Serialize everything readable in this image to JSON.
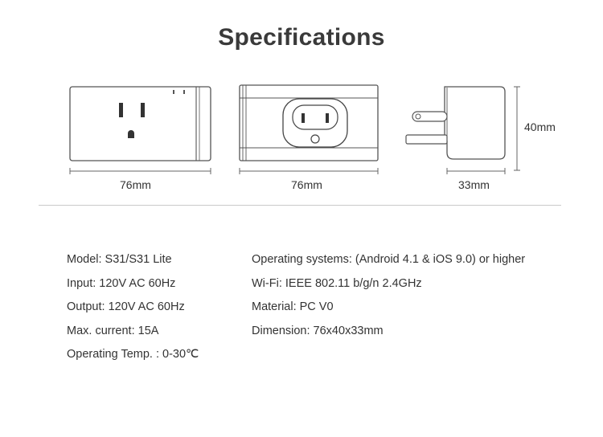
{
  "title": "Specifications",
  "dimensions": {
    "front_width": "76mm",
    "side_width": "76mm",
    "profile_depth": "33mm",
    "profile_height": "40mm"
  },
  "specs_left": [
    "Model: S31/S31 Lite",
    "Input: 120V AC 60Hz",
    "Output: 120V AC 60Hz",
    "Max. current: 15A",
    "Operating Temp. : 0-30℃"
  ],
  "specs_right": [
    "Operating systems: (Android 4.1 & iOS 9.0) or higher",
    "Wi-Fi: IEEE 802.11 b/g/n 2.4GHz",
    "Material: PC V0",
    "Dimension: 76x40x33mm"
  ]
}
